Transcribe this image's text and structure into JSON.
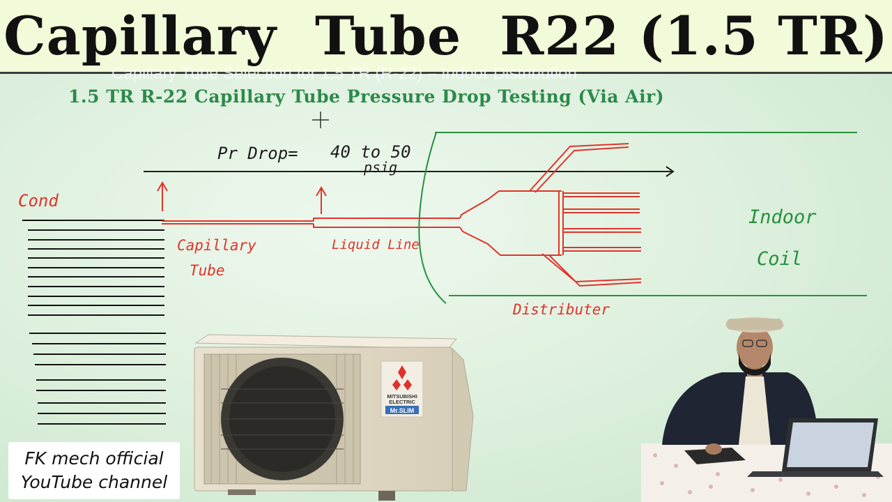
{
  "title": "Capillary  Tube  R22 (1.5 TR)",
  "faint_caption": "Capillary Tube Selection for 1.5 TR (R-22) – Indoor Distribution",
  "slide_subtitle": "1.5 TR R-22 Capillary Tube Pressure Drop Testing  (Via Air)",
  "annotations": {
    "pressure_drop": "Pr  Drop=",
    "pressure_value": "40 to 50",
    "pressure_unit": "psig",
    "condenser": "Cond",
    "capillary_line1": "Capillary",
    "capillary_line2": "Tube",
    "liquid_line": "Liquid Line",
    "distributor": "Distributer",
    "indoor_line1": "Indoor",
    "indoor_line2": "Coil"
  },
  "ac_unit": {
    "brand_line1": "MITSUBISHI",
    "brand_line2": "ELECTRIC",
    "model": "Mr.SLIM"
  },
  "channel_badge": {
    "line1": "FK mech official",
    "line2": "YouTube channel"
  },
  "colors": {
    "ink_red": "#e0342b",
    "ink_green": "#26913e",
    "subtitle_green": "#2c8a4a",
    "title_bar": "#f1fbd9"
  }
}
